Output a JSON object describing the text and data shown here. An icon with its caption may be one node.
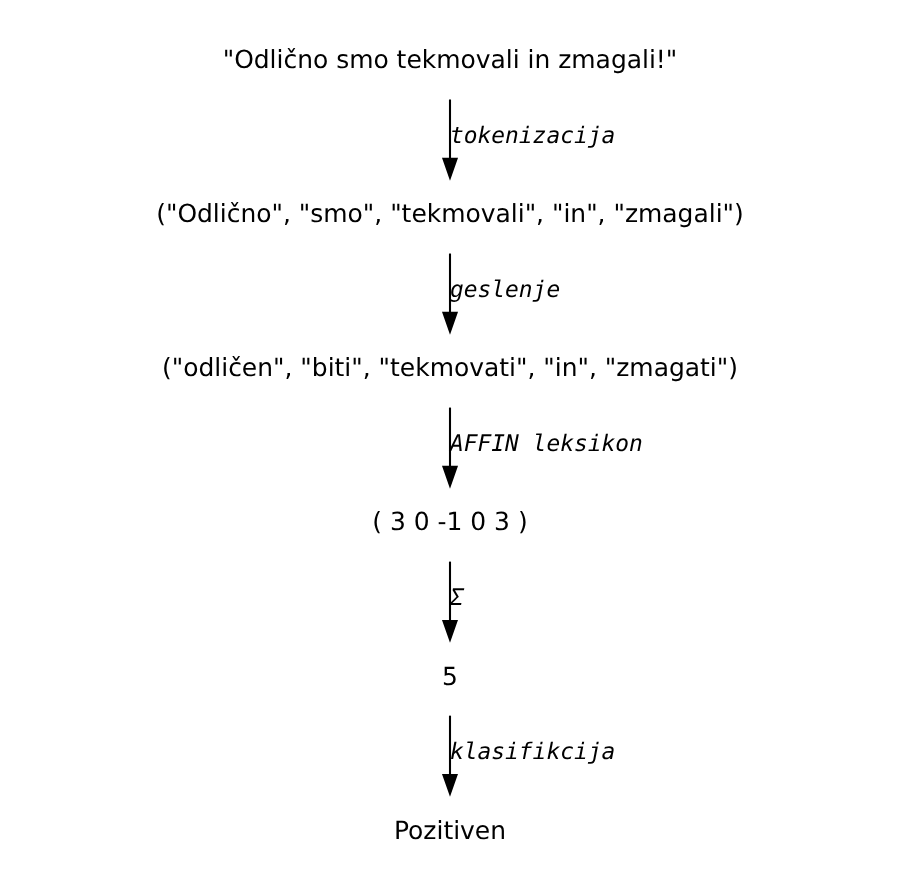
{
  "diagram": {
    "nodes": [
      {
        "text": [
          "\"Odlično smo tekmovali in zmagali!\""
        ]
      },
      {
        "text": [
          "(\"Odlično\", \"smo\", \"tekmovali\", \"in\", \"zmagali\")"
        ]
      },
      {
        "text": [
          "(\"odličen\", \"biti\", \"tekmovati\", \"in\", \"zmagati\")"
        ]
      },
      {
        "text": [
          "( 3 0 -1 0 3 )"
        ]
      },
      {
        "text": [
          "5"
        ]
      },
      {
        "text": [
          "Pozitiven"
        ]
      }
    ],
    "edges": [
      {
        "from": 0,
        "to": 1,
        "arrow": "to",
        "label": "tokenizacija"
      },
      {
        "from": 1,
        "to": 2,
        "arrow": "to",
        "label": "geslenje"
      },
      {
        "from": 2,
        "to": 3,
        "arrow": "to",
        "label": "AFFIN leksikon"
      },
      {
        "from": 3,
        "to": 4,
        "arrow": "to",
        "label": "Σ"
      },
      {
        "from": 4,
        "to": 5,
        "arrow": "to",
        "label": "klasifikcija"
      }
    ]
  }
}
